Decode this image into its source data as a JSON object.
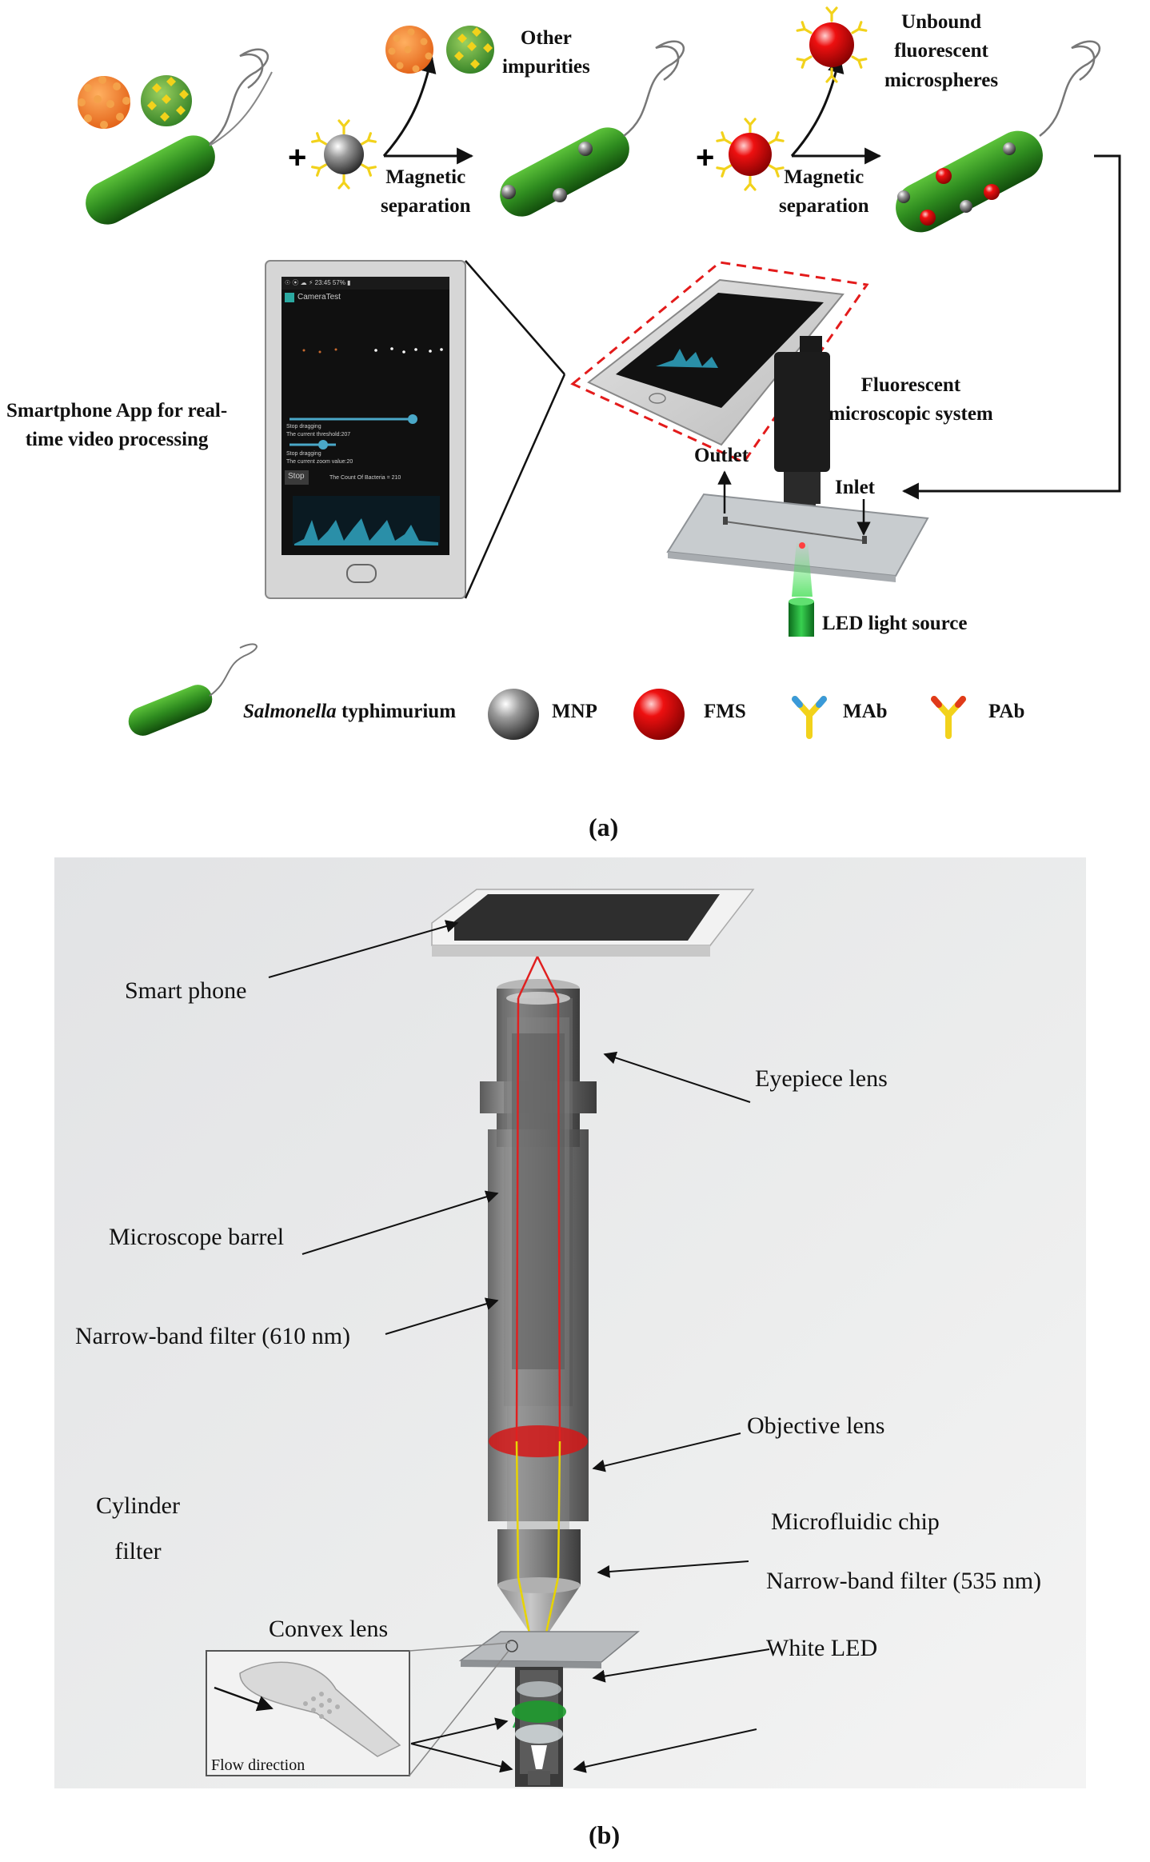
{
  "panel_a": {
    "caption": "(a)",
    "labels": {
      "other_impurities": "Other\nimpurities",
      "unbound": "Unbound\nfluorescent\nmicrospheres",
      "magnetic_sep_1": "Magnetic\nseparation",
      "magnetic_sep_2": "Magnetic\nseparation",
      "plus_1": "+",
      "plus_2": "+",
      "smartphone_app": "Smartphone App for real-\ntime video processing",
      "fluorescent_system": "Fluorescent\nmicroscopic system",
      "outlet": "Outlet",
      "inlet": "Inlet",
      "led": "LED light source"
    },
    "phone_screen": {
      "status": "☉ ⦿ ☁          ⚡ 23:45 57% ▮",
      "app_title": "CameraTest",
      "line1": "Stop dragging",
      "line2": "The current threshold:207",
      "line3": "Stop dragging",
      "line4": "The current zoom value:20",
      "stop_button": "Stop",
      "count": "The Count Of Bacteria = 210"
    },
    "legend": {
      "salmonella_italic": "Salmonella",
      "salmonella_rest": " typhimurium",
      "mnp": "MNP",
      "fms": "FMS",
      "mab": "MAb",
      "pab": "PAb"
    },
    "colors": {
      "bacteria": "#2e8b1f",
      "mnp": "#4a4a4a",
      "fms": "#d40000",
      "antibody_yellow": "#f2d21b",
      "antibody_blue": "#3a9ad9",
      "antibody_red": "#e03a1a",
      "dashed_box": "#e31b1b",
      "led": "#1fa83a"
    }
  },
  "panel_b": {
    "caption": "(b)",
    "labels": {
      "smart_phone": "Smart phone",
      "eyepiece": "Eyepiece lens",
      "barrel": "Microscope barrel",
      "filter610": "Narrow-band filter (610 nm)",
      "objective": "Objective lens",
      "cylinder_filter": "Cylinder\nfilter",
      "microfluidic": "Microfluidic chip",
      "filter535": "Narrow-band filter (535 nm)",
      "convex": "Convex lens",
      "white_led": "White LED",
      "flow_direction": "Flow direction"
    },
    "colors": {
      "background": "#e6e7e8",
      "beam_red": "#e02020",
      "beam_yellow": "#e8d400",
      "beam_green": "#2ab04a",
      "filter_red": "#d41818",
      "filter_green": "#1e9a2e"
    }
  }
}
